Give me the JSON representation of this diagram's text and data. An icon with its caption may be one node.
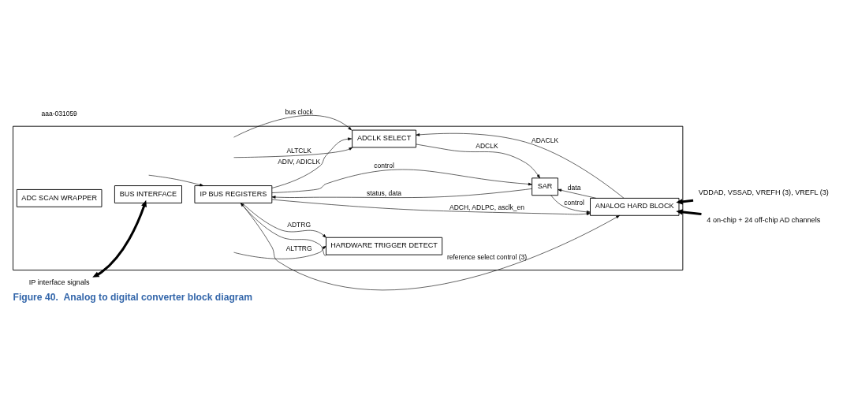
{
  "diagram": {
    "caption": "Figure 40.  Analog to digital converter block diagram",
    "nodes": [
      {
        "text": [],
        "shape": "box"
      },
      {
        "text": [
          "BUS INTERFACE"
        ],
        "in": 0
      },
      {
        "text": [
          "IP BUS REGISTERS"
        ],
        "in": 0
      },
      {
        "text": [
          "SAR"
        ],
        "in": 0
      },
      {
        "text": [
          "ADC SCAN WRAPPER"
        ],
        "in": 0
      },
      {
        "text": [
          "ANALOG HARD BLOCK"
        ],
        "in": 0
      },
      {
        "text": [
          "HARDWARE TRIGGER DETECT"
        ],
        "in": 0
      },
      {
        "text": [
          "ADCLK SELECT"
        ],
        "in": 0
      },
      {
        "text": [
          "IP interface signals"
        ]
      },
      {
        "text": [
          "VDDAD, VSSAD, VREFH (3), VREFL (3)"
        ]
      },
      {
        "text": [
          "4 on-chip + 24 off-chip AD channels"
        ]
      }
    ],
    "edges": [
      {
        "from": 8,
        "to": 1,
        "arrow": "both",
        "style": "thick"
      },
      {
        "from": 2,
        "to": 5,
        "arrow": "to",
        "label": "ADCH, ADLPC, asclk_en"
      },
      {
        "from": 2,
        "to": 5,
        "arrow": "to",
        "label": "reference select control (3)"
      },
      {
        "from": 2,
        "to": 3,
        "arrow": "to",
        "label": "control"
      },
      {
        "from": 3,
        "to": 2,
        "arrow": "to",
        "label": "status, data"
      },
      {
        "from": 3,
        "to": 5,
        "arrow": "to",
        "label": "control"
      },
      {
        "from": 5,
        "to": 3,
        "arrow": "to",
        "label": "data"
      },
      {
        "from": 9,
        "to": 5,
        "arrow": "to",
        "style": "thick"
      },
      {
        "from": 10,
        "to": 5,
        "arrow": "to",
        "style": "thick"
      },
      {
        "from": 2,
        "to": 6,
        "arrow": "to",
        "label": "ADTRG"
      },
      {
        "from": 6,
        "to": 2,
        "arrow": "to"
      },
      {
        "from": null,
        "to": 6,
        "arrow": "to",
        "label": "ALTTRG"
      },
      {
        "from": null,
        "to": 7,
        "arrow": "to",
        "label": "bus clock"
      },
      {
        "from": null,
        "to": 2,
        "arrow": "to"
      },
      {
        "from": null,
        "to": 7,
        "arrow": "to",
        "label": "ALTCLK"
      },
      {
        "from": 2,
        "to": 7,
        "arrow": "to",
        "label": "ADIV, ADICLK"
      },
      {
        "from": 7,
        "to": 3,
        "arrow": "to",
        "label": "ADCLK"
      },
      {
        "from": 5,
        "to": 7,
        "arrow": "to",
        "label": "ADACLK"
      }
    ],
    "labels": [
      "aaa-031059"
    ]
  }
}
